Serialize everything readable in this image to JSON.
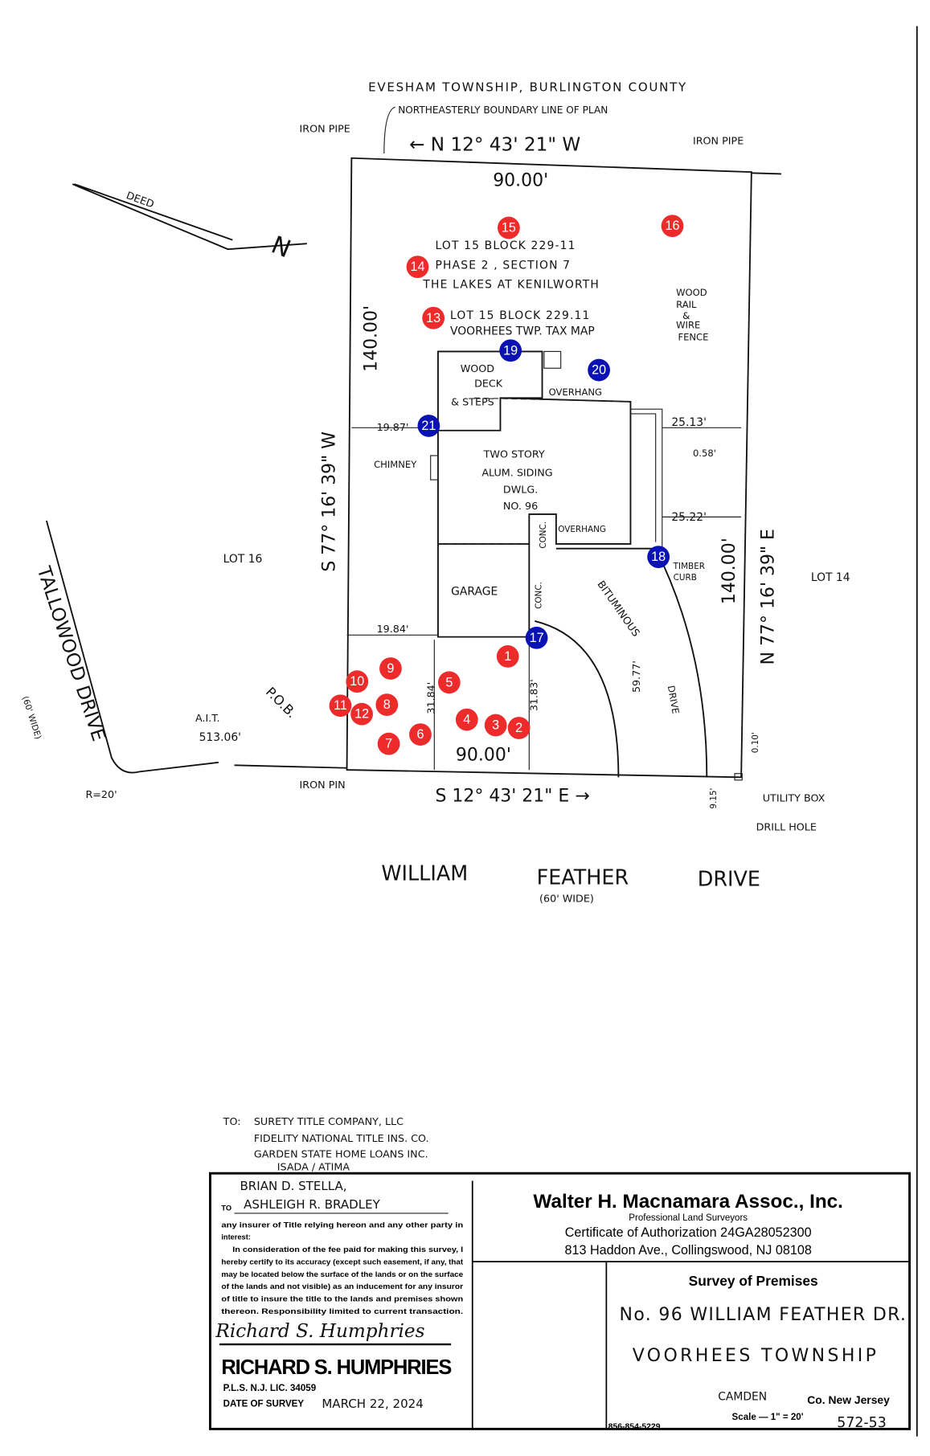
{
  "labels": {
    "evesham": "EVESHAM TOWNSHIP, BURLINGTON COUNTY",
    "ne_boundary": "NORTHEASTERLY BOUNDARY LINE OF PLAN",
    "iron_pipe": "IRON PIPE",
    "north_bearing": "← N 12° 43' 21\" W",
    "north_dist": "90.00'",
    "deed": "DEED",
    "lot_line1": "LOT 15   BLOCK 229-11",
    "lot_line2": "PHASE 2 , SECTION 7",
    "lot_line3": "THE LAKES AT KENILWORTH",
    "lot_line4": "LOT 15  BLOCK 229.11",
    "lot_line5": "VOORHEES TWP. TAX MAP",
    "fence1": "WOOD",
    "fence2": "RAIL",
    "fence3": "&",
    "fence4": "WIRE",
    "fence5": "FENCE",
    "west_dist": "140.00'",
    "west_bearing": "S 77° 16' 39\" W",
    "east_dist": "140.00'",
    "east_bearing": "N 77° 16' 39\" E",
    "deck1": "WOOD",
    "deck2": "DECK",
    "deck3": "& STEPS",
    "overhang": "OVERHANG",
    "d1987": "19.87'",
    "d2513": "25.13'",
    "d058": "0.58'",
    "chimney": "CHIMNEY",
    "dwelling1": "TWO STORY",
    "dwelling2": "ALUM. SIDING",
    "dwelling3": "DWLG.",
    "dwelling4": "NO. 96",
    "d2522": "25.22'",
    "conc": "CONC.",
    "overhang2": "OVERHANG",
    "timber_curb1": "TIMBER",
    "timber_curb2": "CURB",
    "lot16": "LOT 16",
    "lot14": "LOT 14",
    "garage": "GARAGE",
    "bituminous": "BITUMINOUS",
    "drive": "DRIVE",
    "d5977": "59.77'",
    "d1984": "19.84'",
    "d3184": "31.84'",
    "d3183": "31.83'",
    "south_dist": "90.00'",
    "south_bearing": "S 12° 43' 21\" E →",
    "pob": "P.O.B.",
    "ait": "A.I.T.",
    "ait_dist": "513.06'",
    "iron_pin": "IRON PIN",
    "r20": "R=20'",
    "tallowood": "TALLOWOOD DRIVE",
    "tallowood_width": "(60' WIDE)",
    "d010": "0.10'",
    "d915": "9.15'",
    "utility_box": "UTILITY BOX",
    "drill_hole": "DRILL HOLE",
    "street1": "WILLIAM",
    "street2": "FEATHER",
    "street3": "DRIVE",
    "street_width": "(60' WIDE)"
  },
  "recipients": {
    "to": "TO:",
    "lines": [
      "SURETY TITLE COMPANY, LLC",
      "FIDELITY NATIONAL TITLE INS. CO.",
      "GARDEN STATE HOME LOANS INC.",
      "ISADA / ATIMA"
    ]
  },
  "title_block": {
    "names": "BRIAN D. STELLA,",
    "to": "TO",
    "names2": "ASHLEIGH R. BRADLEY",
    "cert_lines": [
      "any insurer of Title relying hereon and any other party in",
      "interest:",
      "In consideration of the fee paid for making this survey, I",
      "hereby certify to its accuracy (except such easement, if any, that",
      "may be located below the surface of the lands or on the surface",
      "of the lands and not visible) as an inducement for any insuror",
      "of title to insure the title to the lands and premises shown",
      "thereon. Responsibility limited to current transaction."
    ],
    "signature": "Richard S. Humphries",
    "surveyor": "RICHARD S. HUMPHRIES",
    "license": "P.L.S. N.J. LIC. 34059",
    "date_label": "DATE OF SURVEY",
    "date": "MARCH 22, 2024",
    "firm": "Walter H. Macnamara Assoc., Inc.",
    "firm_sub": "Professional Land Surveyors",
    "cert_auth": "Certificate of Authorization 24GA28052300",
    "address": "813 Haddon Ave., Collingswood, NJ 08108",
    "survey_title": "Survey of Premises",
    "premises": "No. 96 WILLIAM FEATHER DR.",
    "township": "VOORHEES TOWNSHIP",
    "county": "CAMDEN",
    "state": "Co. New Jersey",
    "scale": "Scale — 1\" = 20'",
    "job": "572-53",
    "phone": "856-854-5229"
  },
  "markers": [
    {
      "n": "1",
      "color": "#ee2b2b"
    },
    {
      "n": "2",
      "color": "#ee2b2b"
    },
    {
      "n": "3",
      "color": "#ee2b2b"
    },
    {
      "n": "4",
      "color": "#ee2b2b"
    },
    {
      "n": "5",
      "color": "#ee2b2b"
    },
    {
      "n": "6",
      "color": "#ee2b2b"
    },
    {
      "n": "7",
      "color": "#ee2b2b"
    },
    {
      "n": "8",
      "color": "#ee2b2b"
    },
    {
      "n": "9",
      "color": "#ee2b2b"
    },
    {
      "n": "10",
      "color": "#ee2b2b"
    },
    {
      "n": "11",
      "color": "#ee2b2b"
    },
    {
      "n": "12",
      "color": "#ee2b2b"
    },
    {
      "n": "13",
      "color": "#ee2b2b"
    },
    {
      "n": "14",
      "color": "#ee2b2b"
    },
    {
      "n": "15",
      "color": "#ee2b2b"
    },
    {
      "n": "16",
      "color": "#ee2b2b"
    },
    {
      "n": "17",
      "color": "#0a12b4"
    },
    {
      "n": "18",
      "color": "#0a12b4"
    },
    {
      "n": "19",
      "color": "#0a12b4"
    },
    {
      "n": "20",
      "color": "#0a12b4"
    },
    {
      "n": "21",
      "color": "#0a12b4"
    }
  ]
}
